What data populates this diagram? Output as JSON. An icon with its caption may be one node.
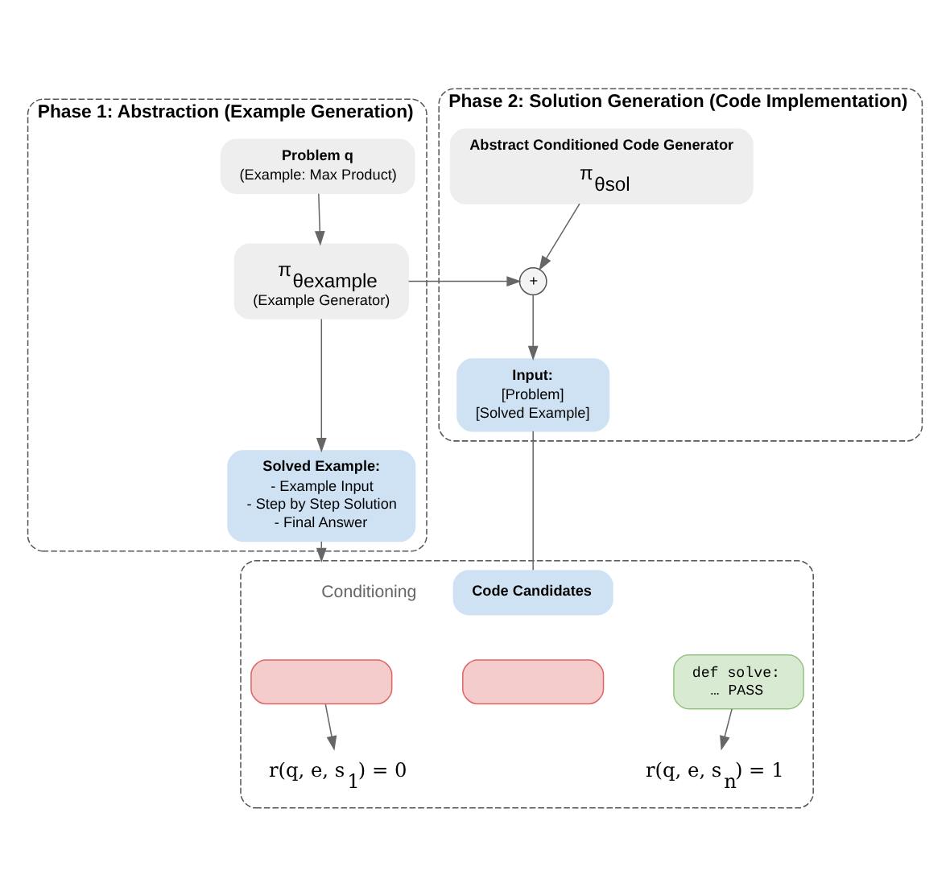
{
  "diagram": {
    "nodes": [
      {
        "text": [
          "Phase 1: Abstraction (Example Generation)"
        ]
      },
      {
        "text": [
          "Problem q",
          "(Example: Max Product)"
        ],
        "in": 0
      },
      {
        "text": [
          "π$_{θexample}$",
          "(Example Generator)"
        ],
        "in": 0
      },
      {
        "text": [
          "Solved Example:",
          "- Example Input",
          "- Step by Step Solution",
          "- Final Answer"
        ],
        "in": 0
      },
      {
        "text": [
          "Phase 2: Solution Generation (Code Implementation)"
        ]
      },
      {
        "text": [
          "Abstract Conditioned Code Generator",
          "π$_{θsol}$"
        ],
        "in": 4
      },
      {
        "text": [
          "+"
        ],
        "in": 4
      },
      {
        "text": [
          "Input:",
          "[Problem]",
          "[Solved Example]"
        ],
        "in": 4
      },
      {
        "text": [],
        "shape": "box"
      },
      {
        "text": [
          "Code Candidates"
        ],
        "in": 8
      },
      {
        "text": [],
        "shape": "box",
        "in": 8
      },
      {
        "text": [],
        "shape": "box",
        "in": 8
      },
      {
        "text": [
          "def solve:",
          "… PASS"
        ],
        "in": 8
      },
      {
        "text": [
          "r(q, e, s$_{1}$) = 0"
        ],
        "in": 8
      },
      {
        "text": [
          "r(q, e, s$_{n}$) = 1"
        ],
        "in": 8
      }
    ],
    "edges": [
      {
        "from": 1,
        "to": 2,
        "arrow": "to"
      },
      {
        "from": 2,
        "to": 3,
        "arrow": "to"
      },
      {
        "from": 2,
        "to": 6,
        "arrow": "to"
      },
      {
        "from": 5,
        "to": 6,
        "arrow": "to"
      },
      {
        "from": 6,
        "to": 7,
        "arrow": "to"
      },
      {
        "from": 7,
        "to": 9,
        "arrow": "none"
      },
      {
        "from": 3,
        "to": 8,
        "arrow": "to",
        "label": "Conditioning"
      },
      {
        "from": 10,
        "to": 13,
        "arrow": "to"
      },
      {
        "from": 12,
        "to": 14,
        "arrow": "to"
      }
    ]
  }
}
